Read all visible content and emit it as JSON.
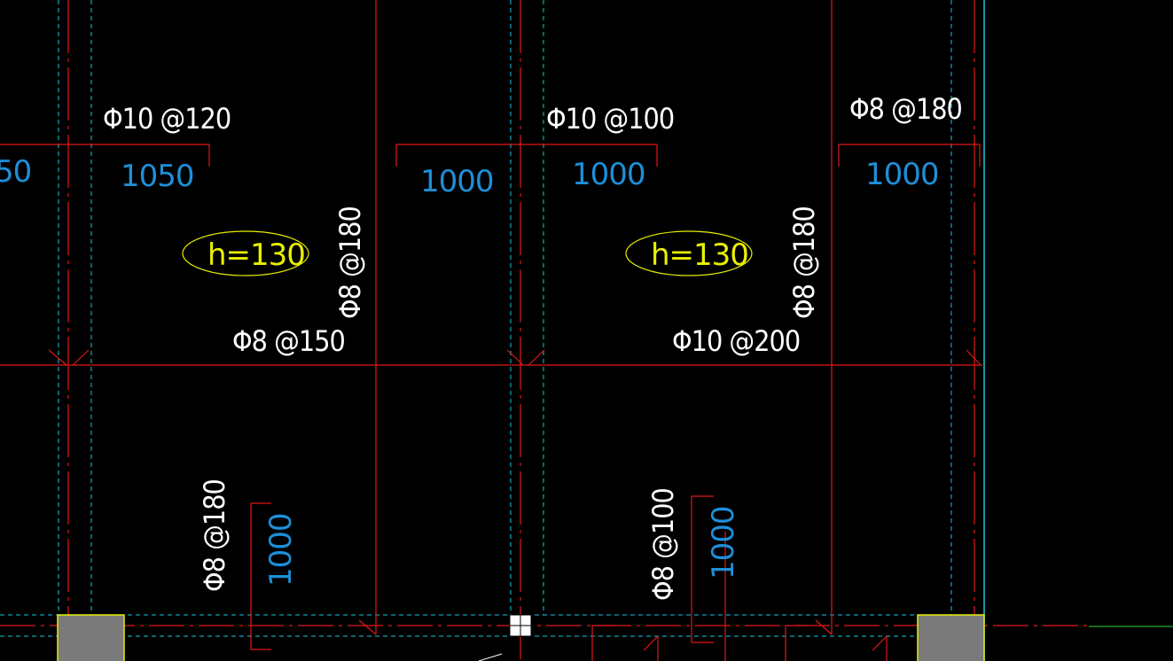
{
  "colors": {
    "background": "#000000",
    "beam_line": "#e01818",
    "axis_line": "#18c8e0",
    "rebar_text": "#ffffff",
    "dimension_text": "#1e8fd8",
    "thickness_text": "#e8f000",
    "column_fill": "#7a7a7a",
    "column_edge": "#e8f000",
    "green_line": "#20b020"
  },
  "rebar_labels": {
    "top_left": "Φ10 @120",
    "top_middle": "Φ10 @100",
    "top_right": "Φ8 @180",
    "bottom_left_slab": "Φ8 @150",
    "bottom_right_slab": "Φ10 @200",
    "vertical_left": "Φ8 @180",
    "vertical_right": "Φ8 @180",
    "lower_vertical_left": "Φ8 @180",
    "lower_vertical_right": "Φ8 @100"
  },
  "dimensions": {
    "edge_left": "50",
    "left": "1050",
    "mid_left": "1000",
    "mid_right": "1000",
    "right": "1000",
    "lower_left": "1000",
    "lower_right": "1000"
  },
  "slab_thickness": {
    "left": "h=130",
    "right": "h=130"
  }
}
